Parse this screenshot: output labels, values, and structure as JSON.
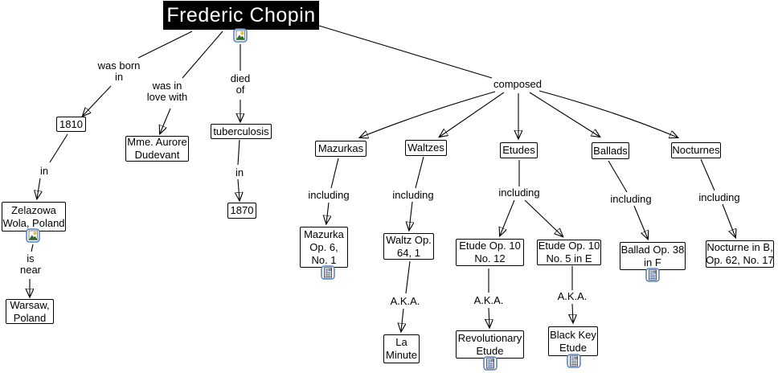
{
  "diagram": {
    "root": "Frederic Chopin",
    "concepts": {
      "born_year": "1810",
      "lover": "Mme. Aurore\nDudevant",
      "cause_of_death": "tuberculosis",
      "death_year": "1870",
      "birthplace": "Zelazowa\nWola, Poland",
      "near_city": "Warsaw,\nPoland",
      "mazurkas": "Mazurkas",
      "waltzes": "Waltzes",
      "etudes": "Etudes",
      "ballads": "Ballads",
      "nocturnes": "Nocturnes",
      "mazurka_op6": "Mazurka\nOp. 6,\nNo. 1",
      "waltz_op64": "Waltz Op.\n64, 1",
      "etude_op10_no12": "Etude Op. 10\nNo. 12",
      "etude_op10_no5": "Etude Op. 10\nNo. 5 in E",
      "ballad_op38": "Ballad Op. 38\nin F",
      "nocturne_op62": "Nocturne in B,\nOp. 62, No. 17",
      "la_minute": "La\nMinute",
      "revolutionary_etude": "Revolutionary\nEtude",
      "black_key_etude": "Black Key\nEtude"
    },
    "links": {
      "was_born_in": "was born\nin",
      "was_in_love_with": "was in\nlove with",
      "died_of": "died\nof",
      "composed": "composed",
      "in_place": "in",
      "in_year": "in",
      "is_near": "is\nnear",
      "including": "including",
      "aka": "A.K.A."
    },
    "icons": {
      "image_resource": "picture-icon",
      "document_resource": "document-icon"
    },
    "colors": {
      "root_bg": "#000000",
      "root_text": "#ffffff",
      "node_bg": "#ffffff",
      "node_border": "#000000",
      "line": "#000000",
      "icon_frame": "#5a86c8"
    }
  }
}
